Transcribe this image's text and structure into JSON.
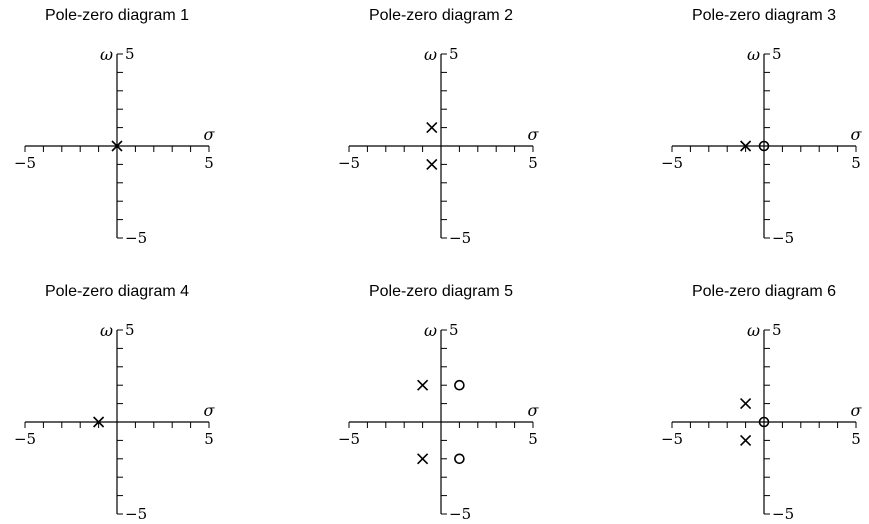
{
  "diagrams": [
    {
      "title": "Pole-zero diagram 1",
      "xlabel": "σ",
      "ylabel": "ω",
      "xlim": [
        -5,
        5
      ],
      "ylim": [
        -5,
        5
      ],
      "tick_labels": {
        "xmin": "−5",
        "xmax": "5",
        "ymax": "5",
        "ymin": "−5"
      },
      "poles": [
        [
          0,
          0
        ]
      ],
      "zeros": []
    },
    {
      "title": "Pole-zero diagram 2",
      "xlabel": "σ",
      "ylabel": "ω",
      "xlim": [
        -5,
        5
      ],
      "ylim": [
        -5,
        5
      ],
      "tick_labels": {
        "xmin": "−5",
        "xmax": "5",
        "ymax": "5",
        "ymin": "−5"
      },
      "poles": [
        [
          -0.5,
          1
        ],
        [
          -0.5,
          -1
        ]
      ],
      "zeros": []
    },
    {
      "title": "Pole-zero diagram 3",
      "xlabel": "σ",
      "ylabel": "ω",
      "xlim": [
        -5,
        5
      ],
      "ylim": [
        -5,
        5
      ],
      "tick_labels": {
        "xmin": "−5",
        "xmax": "5",
        "ymax": "5",
        "ymin": "−5"
      },
      "poles": [
        [
          -1,
          0
        ]
      ],
      "zeros": [
        [
          0,
          0
        ]
      ]
    },
    {
      "title": "Pole-zero diagram 4",
      "xlabel": "σ",
      "ylabel": "ω",
      "xlim": [
        -5,
        5
      ],
      "ylim": [
        -5,
        5
      ],
      "tick_labels": {
        "xmin": "−5",
        "xmax": "5",
        "ymax": "5",
        "ymin": "−5"
      },
      "poles": [
        [
          -1,
          0
        ]
      ],
      "zeros": []
    },
    {
      "title": "Pole-zero diagram 5",
      "xlabel": "σ",
      "ylabel": "ω",
      "xlim": [
        -5,
        5
      ],
      "ylim": [
        -5,
        5
      ],
      "tick_labels": {
        "xmin": "−5",
        "xmax": "5",
        "ymax": "5",
        "ymin": "−5"
      },
      "poles": [
        [
          -1,
          2
        ],
        [
          -1,
          -2
        ]
      ],
      "zeros": [
        [
          1,
          2
        ],
        [
          1,
          -2
        ]
      ]
    },
    {
      "title": "Pole-zero diagram 6",
      "xlabel": "σ",
      "ylabel": "ω",
      "xlim": [
        -5,
        5
      ],
      "ylim": [
        -5,
        5
      ],
      "tick_labels": {
        "xmin": "−5",
        "xmax": "5",
        "ymax": "5",
        "ymin": "−5"
      },
      "poles": [
        [
          -1,
          1
        ],
        [
          -1,
          -1
        ]
      ],
      "zeros": [
        [
          0,
          0
        ]
      ]
    }
  ],
  "tick_step": 1,
  "colors": {
    "ink": "#000000",
    "background": "#ffffff"
  }
}
